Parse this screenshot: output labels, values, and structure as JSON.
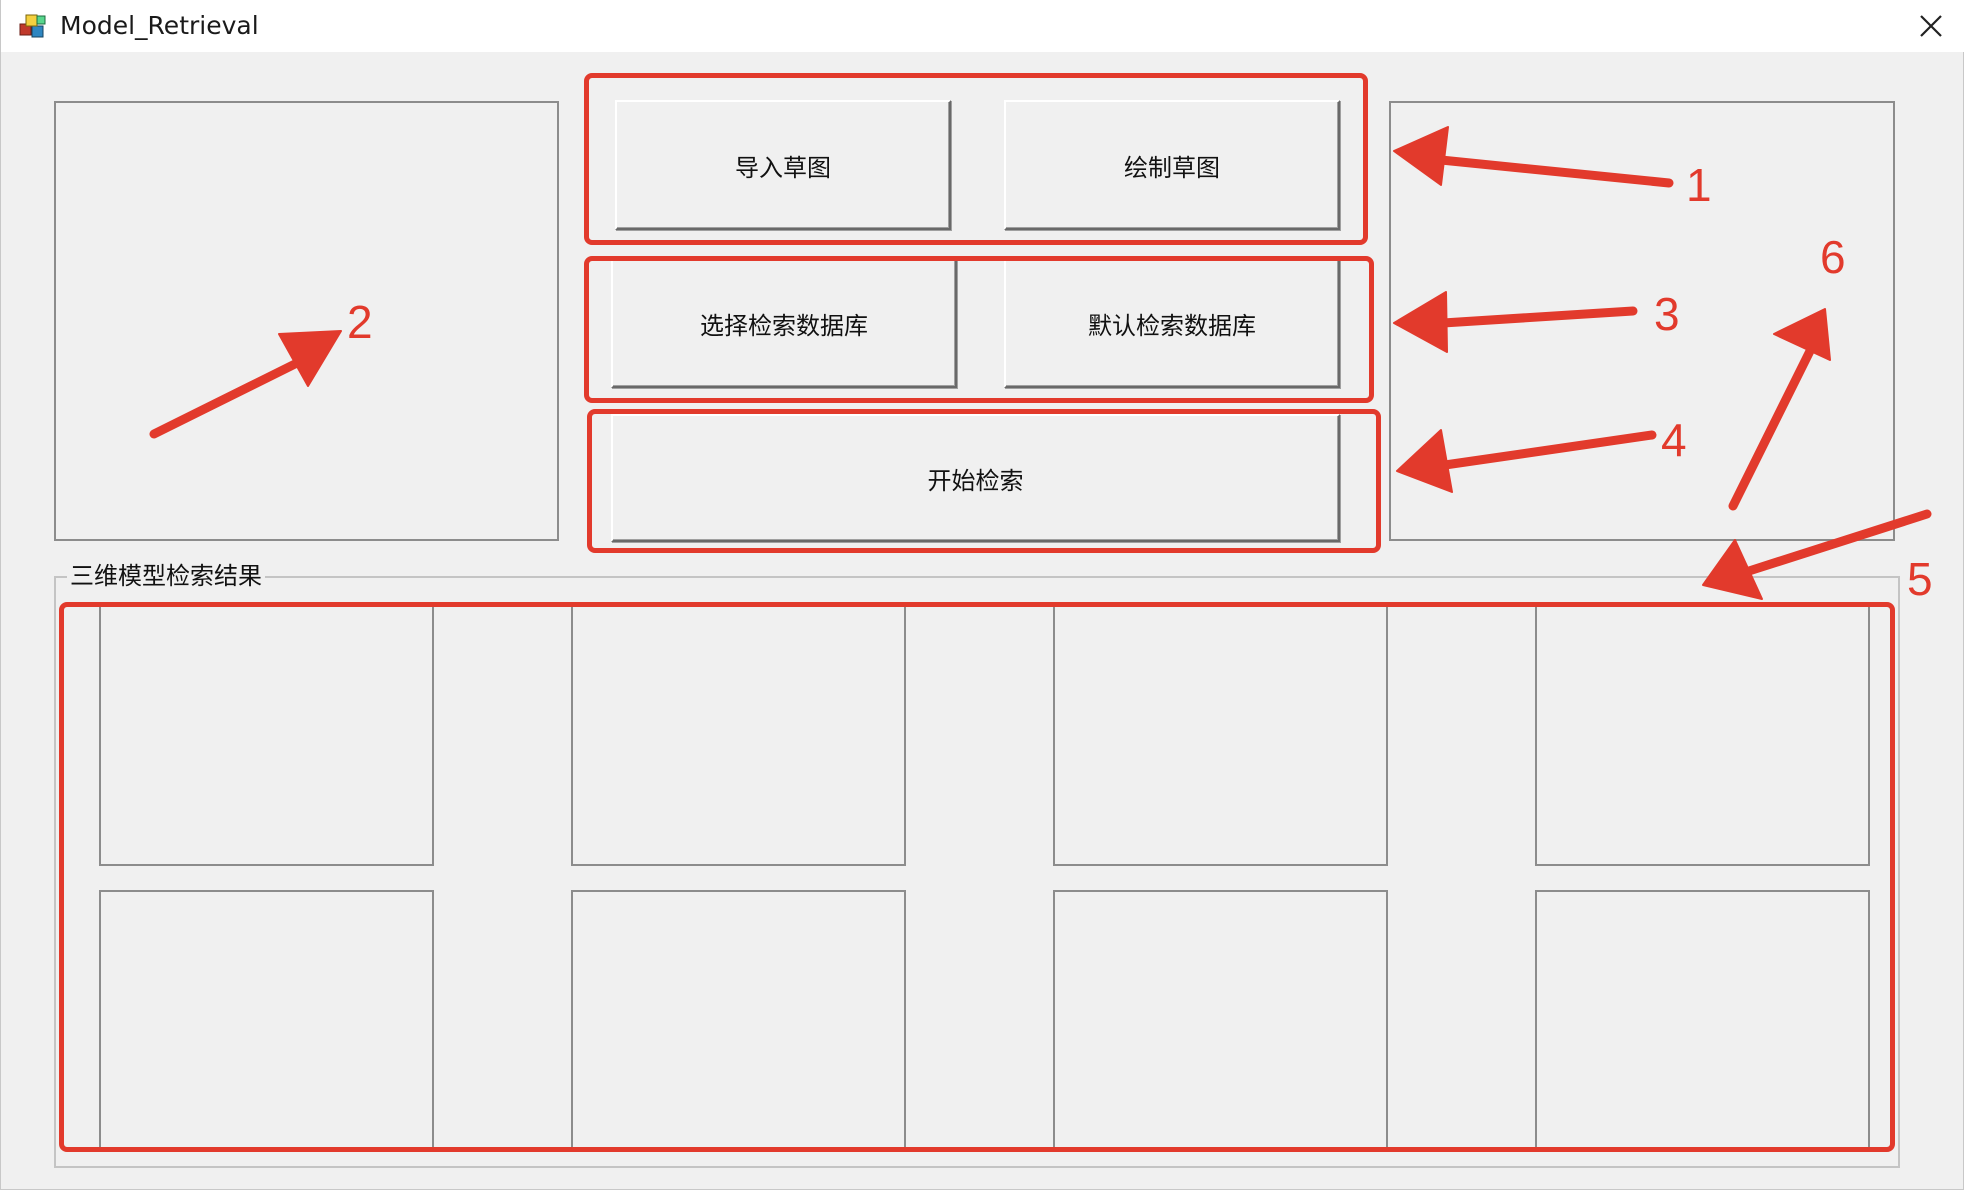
{
  "window": {
    "title": "Model_Retrieval",
    "icon": "app-3d-cubes-icon",
    "close_symbol": "✕"
  },
  "buttons": {
    "import_sketch": "导入草图",
    "draw_sketch": "绘制草图",
    "select_database": "选择检索数据库",
    "default_database": "默认检索数据库",
    "start_retrieval": "开始检索"
  },
  "results": {
    "group_label": "三维模型检索结果",
    "slot_count": 8
  },
  "annotations": {
    "labels": [
      "1",
      "2",
      "3",
      "4",
      "5",
      "6"
    ],
    "color": "#e23a2c"
  }
}
